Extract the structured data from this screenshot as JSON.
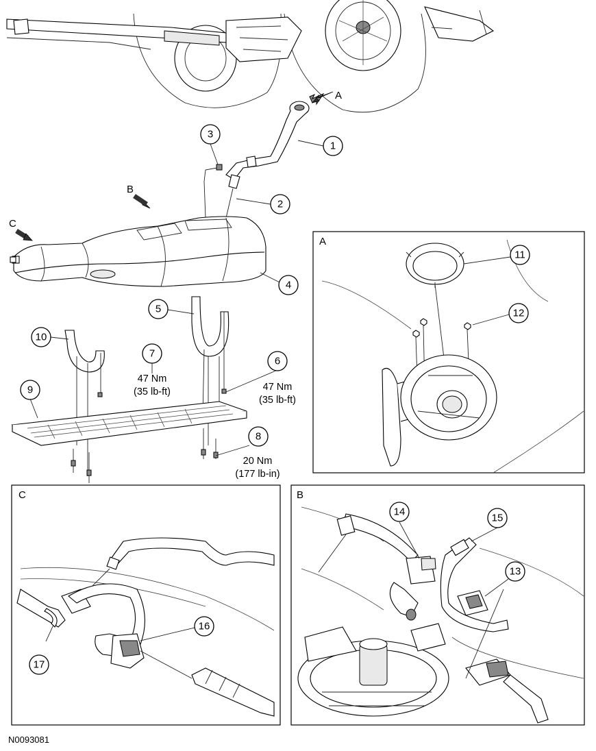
{
  "figure_code": "N0093081",
  "views": {
    "a": "A",
    "b": "B",
    "c": "C"
  },
  "arrows": {
    "a": "A",
    "b": "B",
    "c": "C"
  },
  "callouts": [
    "1",
    "2",
    "3",
    "4",
    "5",
    "6",
    "7",
    "8",
    "9",
    "10",
    "11",
    "12",
    "13",
    "14",
    "15",
    "16",
    "17"
  ],
  "torque": {
    "item6": [
      "47 Nm",
      "(35 lb-ft)"
    ],
    "item7": [
      "47 Nm",
      "(35 lb-ft)"
    ],
    "item8": [
      "20 Nm",
      "(177 lb-in)"
    ]
  }
}
